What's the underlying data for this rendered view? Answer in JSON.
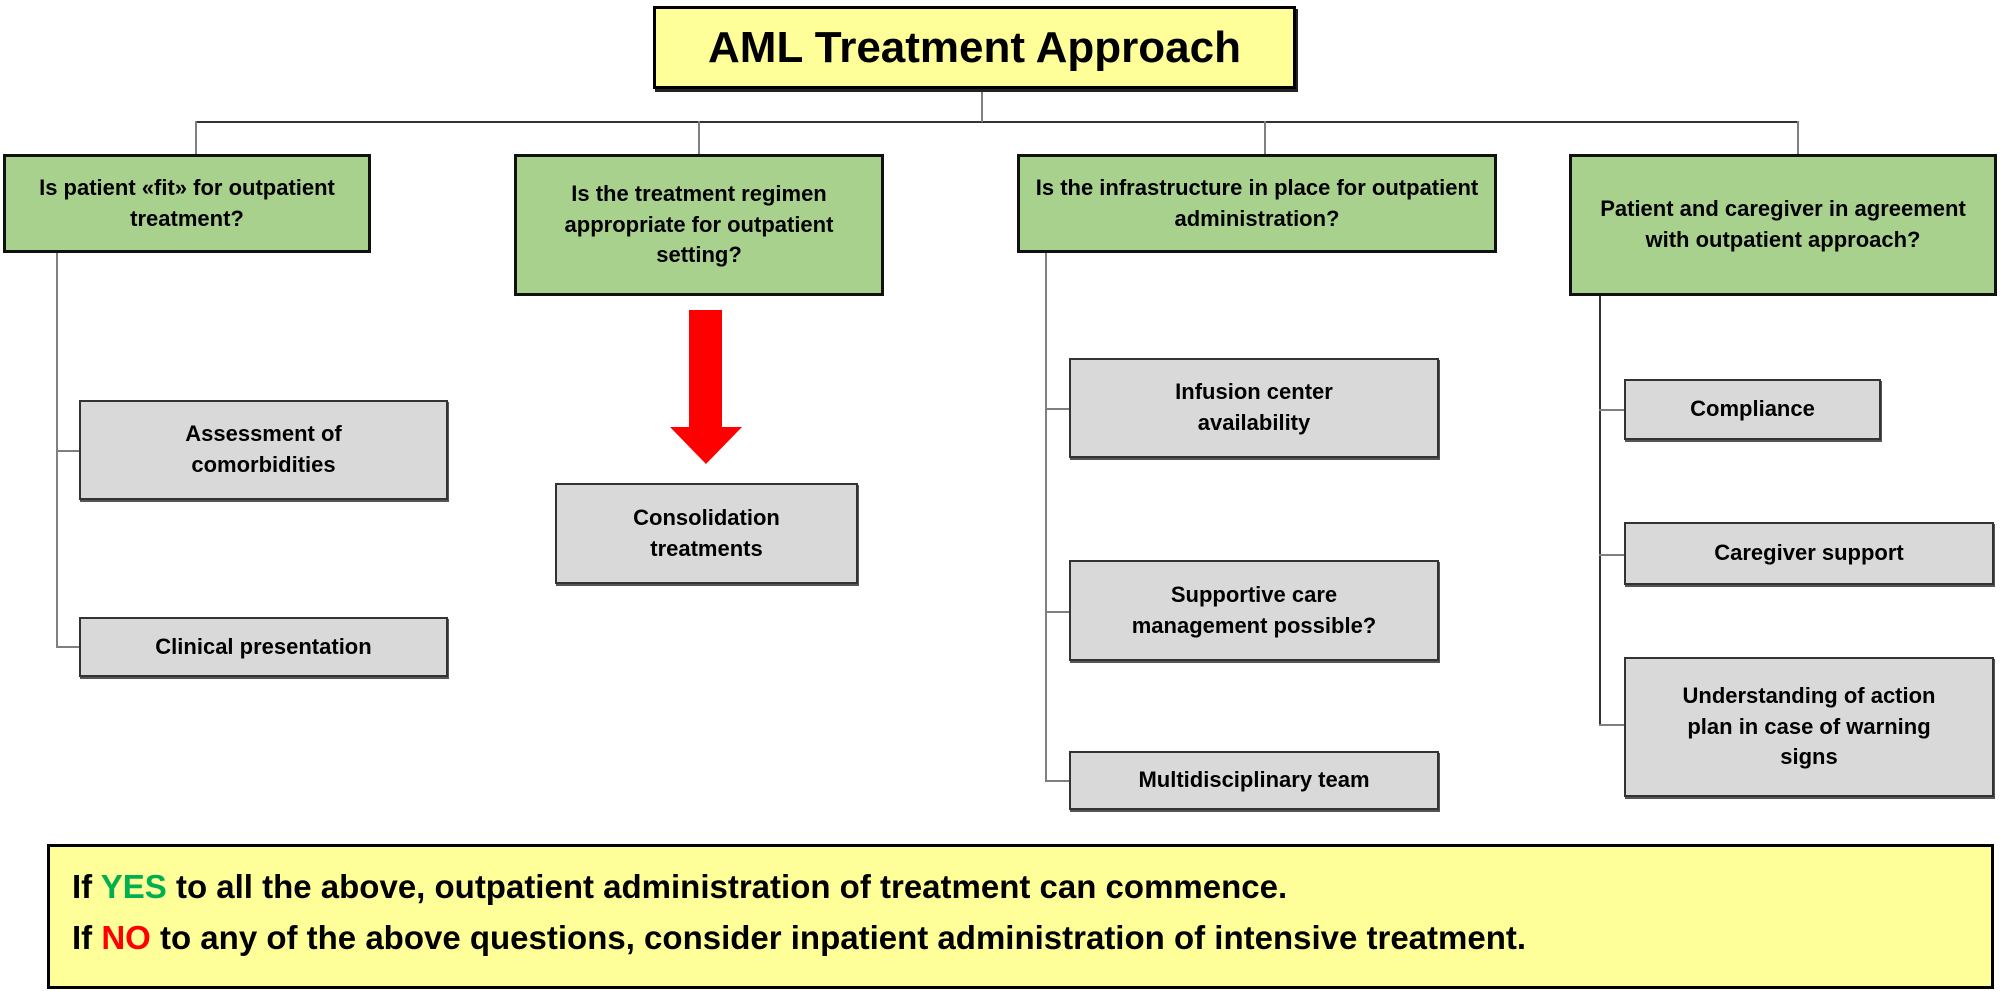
{
  "title": "AML Treatment Approach",
  "questions": [
    {
      "label": "Is patient «fit» for outpatient treatment?",
      "items": [
        "Assessment of comorbidities",
        "Clinical presentation"
      ]
    },
    {
      "label": "Is the treatment regimen appropriate for outpatient setting?",
      "items": [
        "Consolidation treatments"
      ]
    },
    {
      "label": "Is the infrastructure in place for outpatient administration?",
      "items": [
        "Infusion center availability",
        "Supportive care management possible?",
        "Multidisciplinary team"
      ]
    },
    {
      "label": "Patient and caregiver in agreement with outpatient approach?",
      "items": [
        "Compliance",
        "Caregiver support",
        "Understanding of action plan in case of warning signs"
      ]
    }
  ],
  "conclusion": {
    "line1": {
      "pre": "If ",
      "keyword": "YES",
      "post": " to all the above, outpatient administration of treatment can commence."
    },
    "line2": {
      "pre": "If ",
      "keyword": "NO",
      "post": " to any of the above questions, consider inpatient administration of intensive treatment."
    }
  },
  "colors": {
    "title_bg": "#ffff99",
    "question_bg": "#a9d18e",
    "item_bg": "#d9d9d9",
    "yes": "#00b050",
    "no": "#ff0000",
    "arrow": "#ff0000"
  }
}
